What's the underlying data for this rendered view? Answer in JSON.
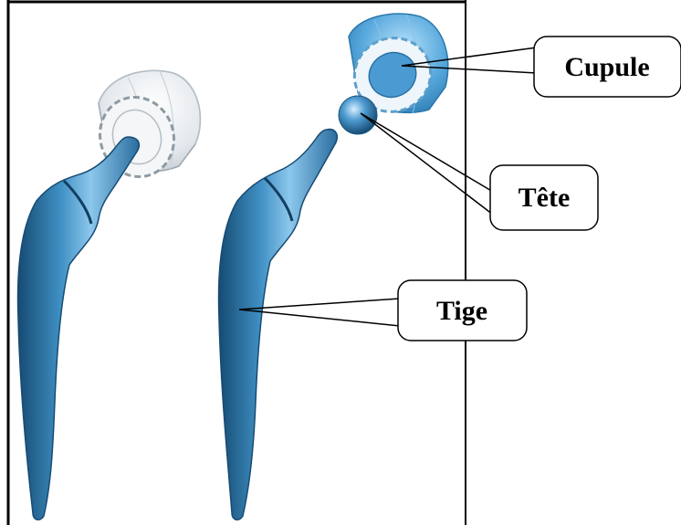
{
  "labels": {
    "cup": "Cupule",
    "head": "Tête",
    "stem": "Tige"
  },
  "colors": {
    "implant_blue": "#3f8fc3",
    "implant_dark": "#1d5a86",
    "implant_light": "#9fd0f0",
    "cup_grey": "#e8ecef",
    "frame": "#000000",
    "callout_border": "#000000"
  }
}
